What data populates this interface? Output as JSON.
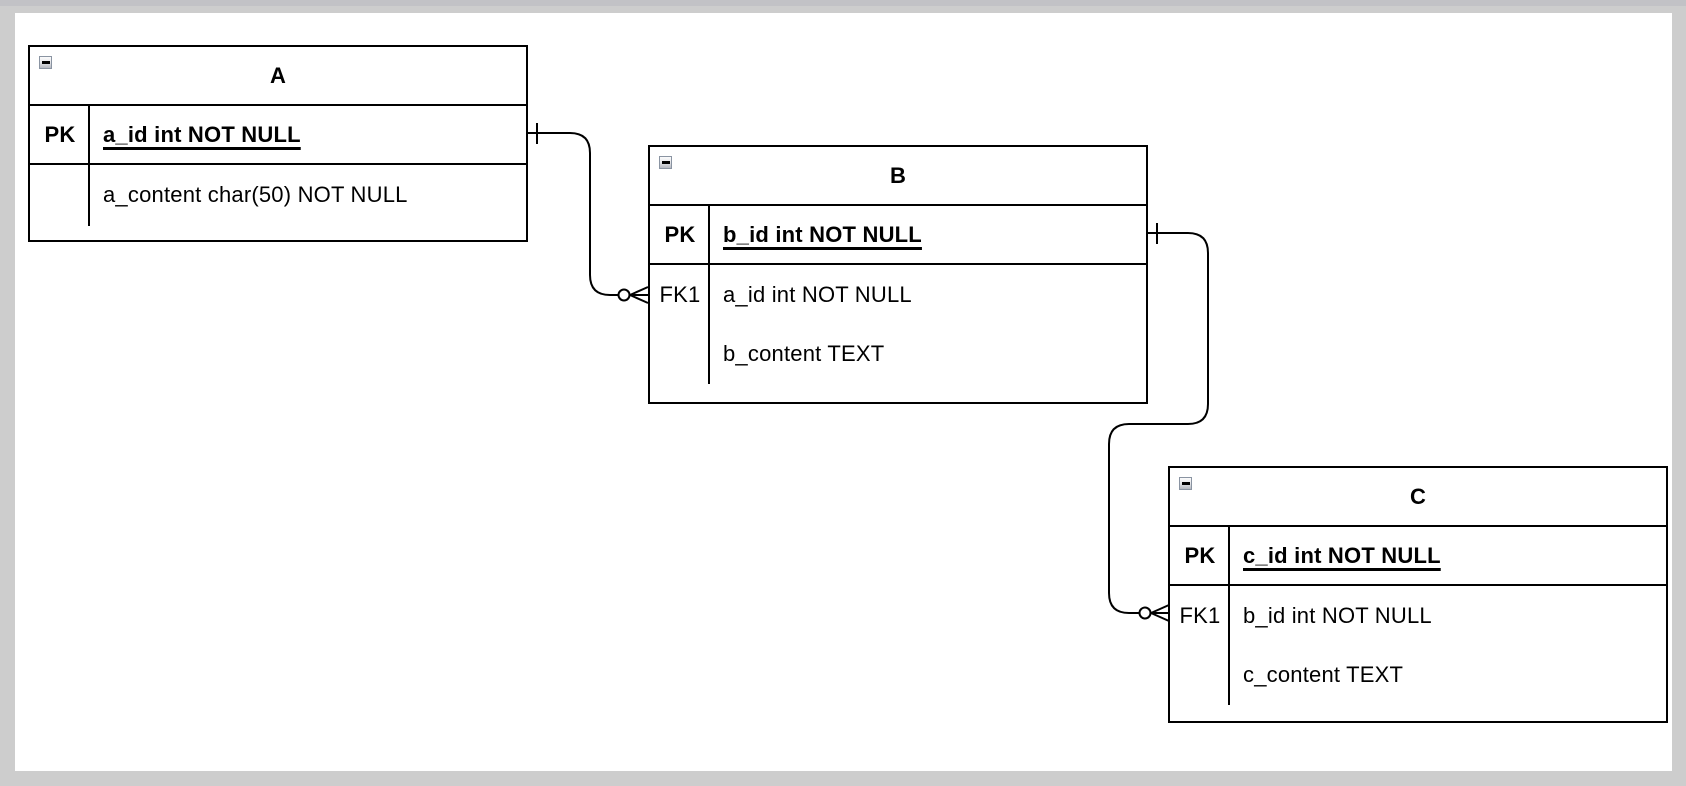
{
  "app": {
    "background_color": "#cdcdcd",
    "top_strip_color": "#c2c2c6",
    "canvas_color": "#ffffff",
    "line_color": "#000000",
    "collapse_icon": "minus-icon"
  },
  "tables": [
    {
      "name": "A",
      "rows": [
        {
          "key": "PK",
          "label": "a_id int NOT NULL",
          "is_primary": true
        },
        {
          "key": "",
          "label": "a_content char(50) NOT NULL",
          "is_primary": false
        }
      ]
    },
    {
      "name": "B",
      "rows": [
        {
          "key": "PK",
          "label": "b_id int NOT NULL",
          "is_primary": true
        },
        {
          "key": "FK1",
          "label": "a_id int NOT NULL",
          "is_primary": false
        },
        {
          "key": "",
          "label": "b_content TEXT",
          "is_primary": false
        }
      ]
    },
    {
      "name": "C",
      "rows": [
        {
          "key": "PK",
          "label": "c_id int NOT NULL",
          "is_primary": true
        },
        {
          "key": "FK1",
          "label": "b_id int NOT NULL",
          "is_primary": false
        },
        {
          "key": "",
          "label": "c_content TEXT",
          "is_primary": false
        }
      ]
    }
  ],
  "relations": [
    {
      "from_table": "A",
      "from_column": "a_id int NOT NULL",
      "from_cardinality": "exactly-one",
      "to_table": "B",
      "to_column": "a_id int NOT NULL",
      "to_cardinality": "zero-or-many"
    },
    {
      "from_table": "B",
      "from_column": "b_id int NOT NULL",
      "from_cardinality": "exactly-one",
      "to_table": "C",
      "to_column": "b_id int NOT NULL",
      "to_cardinality": "zero-or-many"
    }
  ]
}
